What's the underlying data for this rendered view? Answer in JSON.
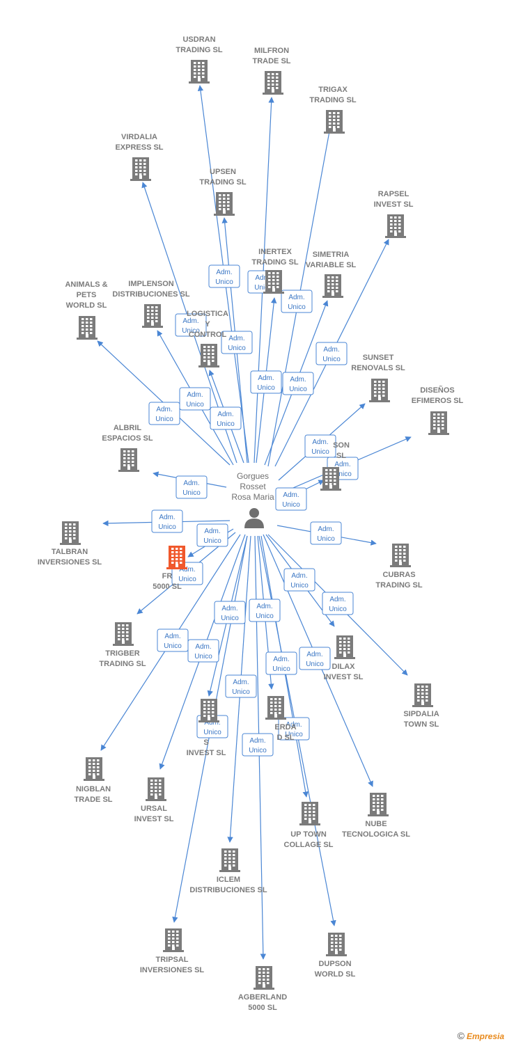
{
  "center": {
    "name_lines": [
      "Gorgues",
      "Rosset",
      "Rosa Maria"
    ]
  },
  "relation_label_lines": [
    "Adm.",
    "Unico"
  ],
  "colors": {
    "building": "#7b7b7b",
    "highlight": "#f0582c",
    "edge": "#4a86d4"
  },
  "companies": [
    {
      "id": "usdran",
      "lines": [
        "USDRAN",
        "TRADING SL"
      ]
    },
    {
      "id": "milfron",
      "lines": [
        "MILFRON",
        "TRADE SL"
      ]
    },
    {
      "id": "trigax",
      "lines": [
        "TRIGAX",
        "TRADING SL"
      ]
    },
    {
      "id": "virdalia",
      "lines": [
        "VIRDALIA",
        "EXPRESS SL"
      ]
    },
    {
      "id": "upsen",
      "lines": [
        "UPSEN",
        "TRADING SL"
      ]
    },
    {
      "id": "rapsel",
      "lines": [
        "RAPSEL",
        "INVEST SL"
      ]
    },
    {
      "id": "inertex",
      "lines": [
        "INERTEX",
        "TRADING SL"
      ]
    },
    {
      "id": "simetria",
      "lines": [
        "SIMETRIA",
        "VARIABLE SL"
      ]
    },
    {
      "id": "animals",
      "lines": [
        "ANIMALS &",
        "PETS",
        "WORLD SL"
      ]
    },
    {
      "id": "implenson",
      "lines": [
        "IMPLENSON",
        "DISTRIBUCIONES SL"
      ]
    },
    {
      "id": "logistica",
      "lines": [
        "LOGISTICA",
        "Y",
        "CONTROL"
      ]
    },
    {
      "id": "sunset",
      "lines": [
        "SUNSET",
        "RENOVALS SL"
      ]
    },
    {
      "id": "disenos",
      "lines": [
        "DISEÑOS",
        "EFIMEROS SL"
      ]
    },
    {
      "id": "albril",
      "lines": [
        "ALBRIL",
        "ESPACIOS SL"
      ]
    },
    {
      "id": "son",
      "lines": [
        "SON",
        "SL"
      ]
    },
    {
      "id": "talbran",
      "lines": [
        "TALBRAN",
        "INVERSIONES SL"
      ]
    },
    {
      "id": "fr5000",
      "lines": [
        "FR",
        "5000 SL"
      ],
      "highlight": true
    },
    {
      "id": "cubras",
      "lines": [
        "CUBRAS",
        "TRADING SL"
      ]
    },
    {
      "id": "trigber",
      "lines": [
        "TRIGBER",
        "TRADING SL"
      ]
    },
    {
      "id": "dilax",
      "lines": [
        "DILAX",
        "INVEST SL"
      ]
    },
    {
      "id": "sipdalia",
      "lines": [
        "SIPDALIA",
        "TOWN SL"
      ]
    },
    {
      "id": "sinvest",
      "lines": [
        "S",
        "INVEST SL"
      ]
    },
    {
      "id": "erda",
      "lines": [
        "ERDA",
        "D SL"
      ]
    },
    {
      "id": "nigblan",
      "lines": [
        "NIGBLAN",
        "TRADE SL"
      ]
    },
    {
      "id": "ursal",
      "lines": [
        "URSAL",
        "INVEST SL"
      ]
    },
    {
      "id": "uptown",
      "lines": [
        "UP TOWN",
        "COLLAGE SL"
      ]
    },
    {
      "id": "nube",
      "lines": [
        "NUBE",
        "TECNOLOGICA SL"
      ]
    },
    {
      "id": "iclem",
      "lines": [
        "ICLEM",
        "DISTRIBUCIONES SL"
      ]
    },
    {
      "id": "tripsal",
      "lines": [
        "TRIPSAL",
        "INVERSIONES SL"
      ]
    },
    {
      "id": "dupson",
      "lines": [
        "DUPSON",
        "WORLD SL"
      ]
    },
    {
      "id": "agberland",
      "lines": [
        "AGBERLAND",
        "5000 SL"
      ]
    }
  ],
  "footer": {
    "copyright_symbol": "©",
    "brand": "Empresia"
  }
}
